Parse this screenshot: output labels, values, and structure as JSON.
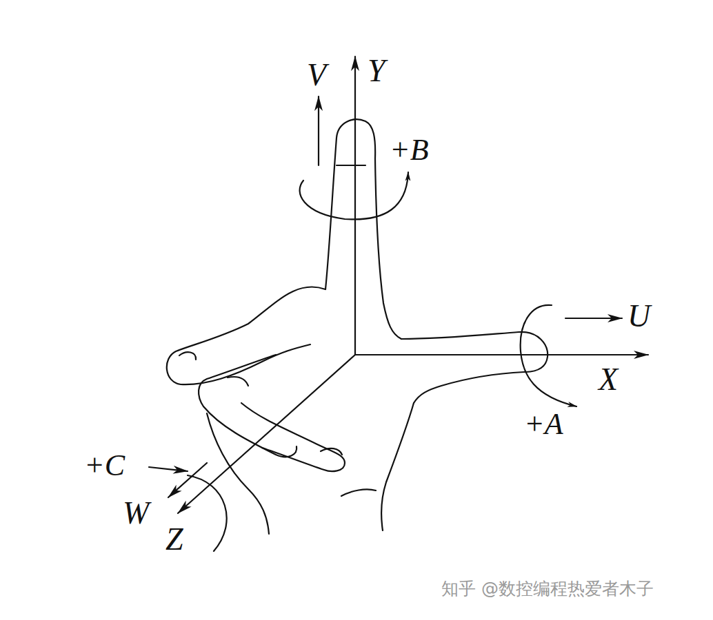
{
  "diagram": {
    "labels": [
      "V",
      "Y",
      "+B",
      "U",
      "X",
      "+A",
      "+C",
      "W",
      "Z",
      "知乎 @数控编程热爱者木子"
    ]
  }
}
